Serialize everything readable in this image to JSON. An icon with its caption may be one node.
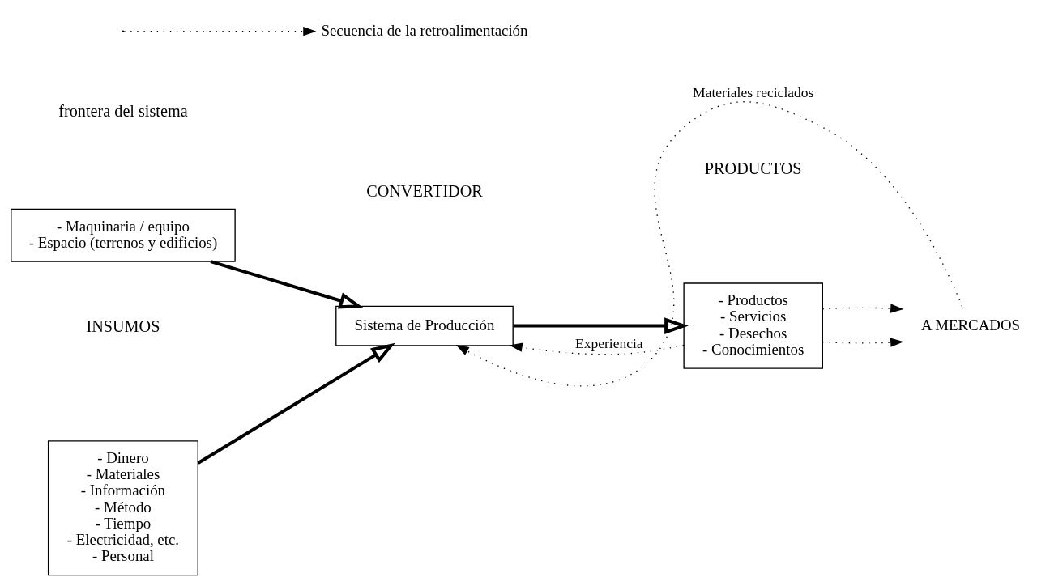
{
  "diagram": {
    "nodes": [
      {
        "text": [
          "- Dinero",
          "- Materiales",
          "- Información",
          "- Método",
          "- Tiempo",
          "- Electricidad, etc.",
          "- Personal"
        ]
      },
      {
        "text": [
          "Sistema de Producción"
        ]
      },
      {
        "text": [
          "- Productos",
          "- Servicios",
          "- Desechos",
          "- Conocimientos"
        ]
      },
      {
        "text": [
          "A MERCADOS"
        ]
      },
      {
        "text": [
          "- Maquinaria / equipo",
          "- Espacio (terrenos y edificios)"
        ]
      }
    ],
    "edges": [
      {
        "from": 0,
        "to": 1,
        "arrow": "to",
        "style": "thick"
      },
      {
        "from": 1,
        "to": 2,
        "arrow": "to",
        "style": "thick"
      },
      {
        "from": 4,
        "to": 1,
        "arrow": "to",
        "style": "thick"
      },
      {
        "from": 2,
        "to": 3,
        "arrow": "to",
        "style": "dashed"
      },
      {
        "from": 2,
        "to": 3,
        "arrow": "to",
        "style": "dashed"
      },
      {
        "from": 3,
        "to": 1,
        "arrow": "to",
        "style": "dashed",
        "label": "Materiales reciclados"
      },
      {
        "from": 2,
        "to": 1,
        "arrow": "to",
        "style": "dashed",
        "label": "Experiencia"
      }
    ],
    "labels": [
      "INSUMOS",
      "CONVERTIDOR",
      "PRODUCTOS",
      "frontera del sistema"
    ],
    "legend": [
      {
        "text": "Secuencia de la retroalimentación"
      }
    ]
  }
}
